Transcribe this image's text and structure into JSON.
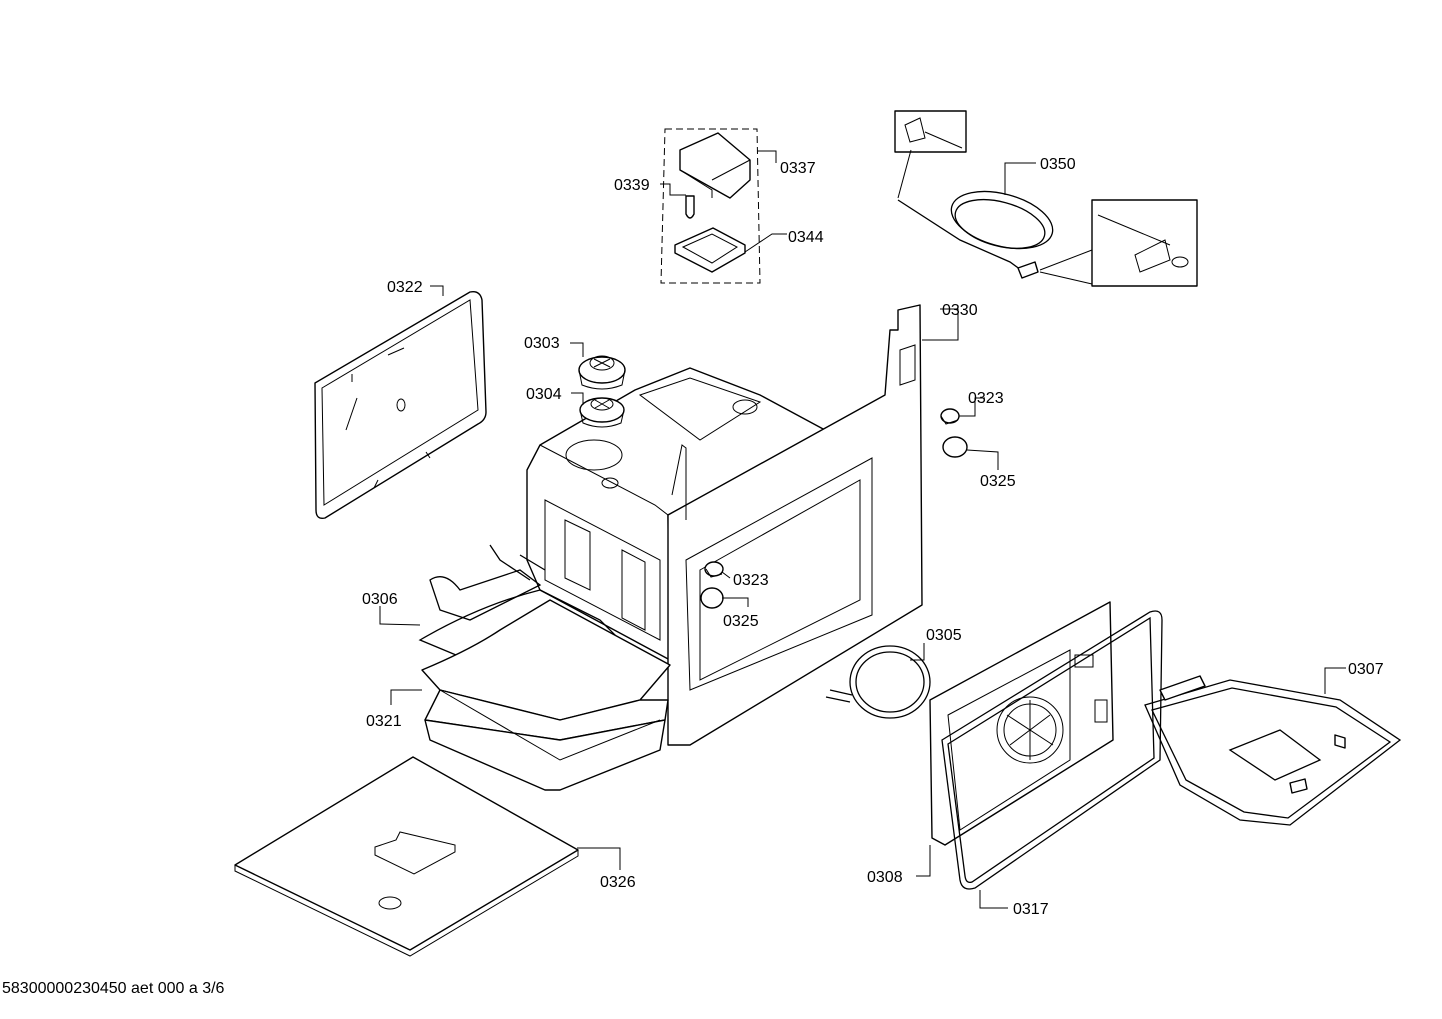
{
  "parts": {
    "p0303": "0303",
    "p0304": "0304",
    "p0305": "0305",
    "p0306": "0306",
    "p0307": "0307",
    "p0308": "0308",
    "p0317": "0317",
    "p0321": "0321",
    "p0322": "0322",
    "p0323_top": "0323",
    "p0323_mid": "0323",
    "p0325_top": "0325",
    "p0325_mid": "0325",
    "p0326": "0326",
    "p0330": "0330",
    "p0337": "0337",
    "p0339": "0339",
    "p0344": "0344",
    "p0350": "0350"
  },
  "footer": {
    "doc_code": "58300000230450 aet 000 a 3/6"
  }
}
